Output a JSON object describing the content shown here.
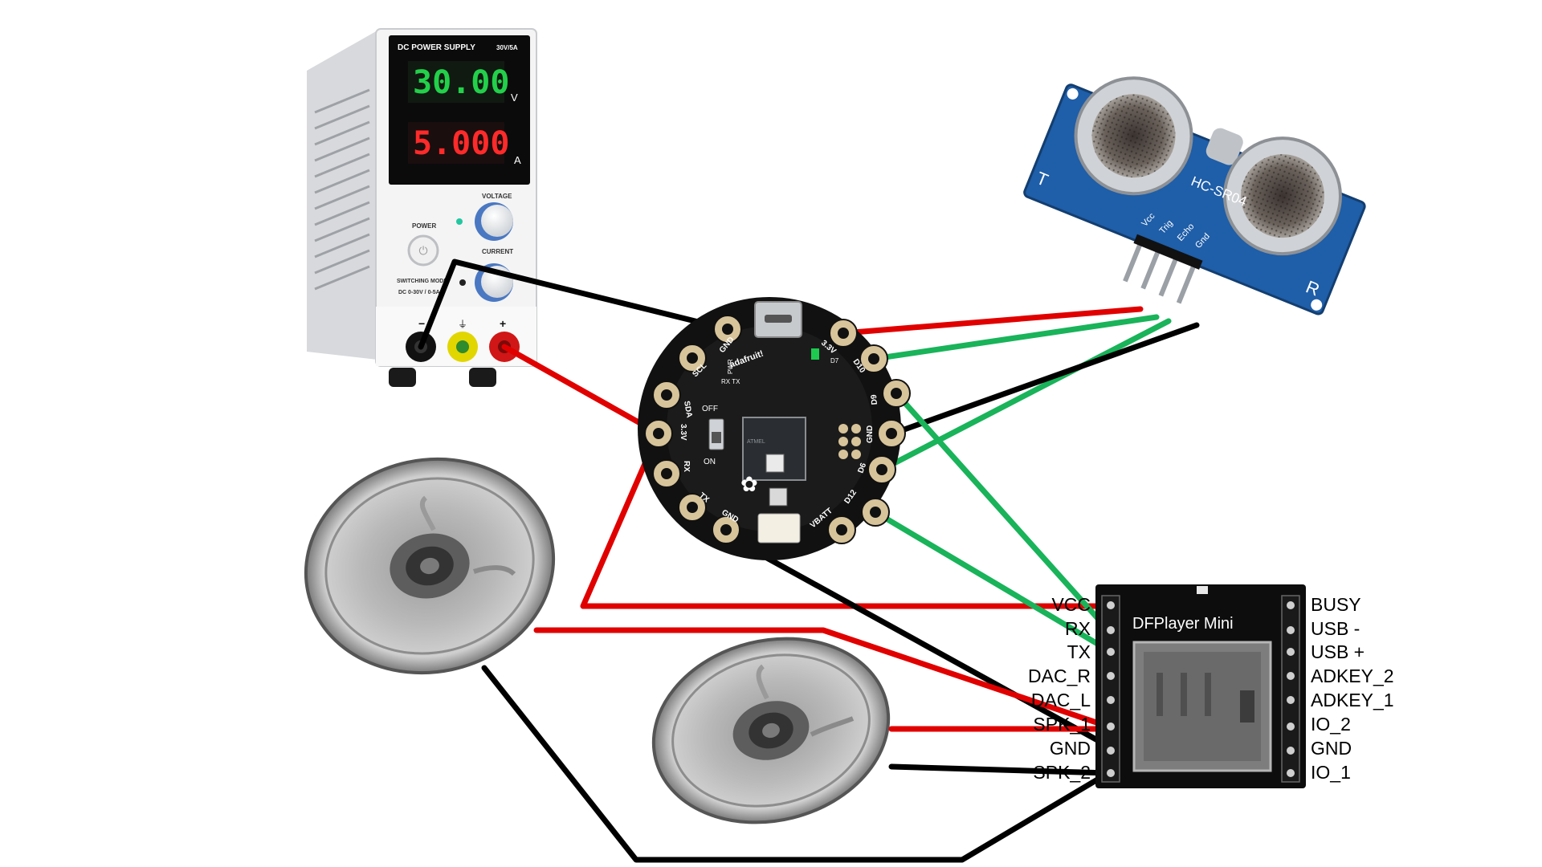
{
  "power_supply": {
    "title": "DC POWER SUPPLY",
    "rating": "30V/5A",
    "voltage_reading": "30.00",
    "voltage_unit": "V",
    "current_reading": "5.000",
    "current_unit": "A",
    "voltage_knob_label": "VOLTAGE",
    "current_knob_label": "CURRENT",
    "power_label": "POWER",
    "mode_label": "SWITCHING MODE",
    "range_label": "DC 0-30V / 0-5A",
    "minus_label": "−",
    "plus_label": "+",
    "colors": {
      "volt_display": "#22d04a",
      "amp_display": "#ff2a2a",
      "body": "#e9eaec",
      "panel": "#fbfbfb"
    }
  },
  "flora": {
    "brand": "adafruit!",
    "switch_off": "OFF",
    "switch_on": "ON",
    "pad_labels": {
      "gnd_top": "GND",
      "scl": "SCL",
      "sda": "SDA",
      "v33_left": "3.3V",
      "rx": "RX",
      "tx": "TX",
      "gnd_bottom": "GND",
      "vbatt": "VBATT",
      "d12": "D12",
      "d6": "D6",
      "gnd_right": "GND",
      "d9": "D9",
      "d10": "D10",
      "v33_top": "3.3V"
    },
    "led_labels": {
      "pwr": "PWR",
      "rxtx": "RX TX",
      "d7": "D7"
    },
    "colors": {
      "board": "#111111",
      "pad": "#d8c49a"
    }
  },
  "sensor": {
    "model": "HC-SR04",
    "pins": [
      "Vcc",
      "Trig",
      "Echo",
      "Gnd"
    ],
    "transmitter_label": "T",
    "receiver_label": "R",
    "colors": {
      "board": "#1f5ea8"
    }
  },
  "dfplayer": {
    "title": "DFPlayer Mini",
    "left_pins": [
      "VCC",
      "RX",
      "TX",
      "DAC_R",
      "DAC_L",
      "SPK_1",
      "GND",
      "SPK_2"
    ],
    "right_pins": [
      "BUSY",
      "USB -",
      "USB +",
      "ADKEY_2",
      "ADKEY_1",
      "IO_2",
      "GND",
      "IO_1"
    ]
  },
  "wires": {
    "red": "#e00000",
    "black": "#000000",
    "green": "#19b35a"
  }
}
